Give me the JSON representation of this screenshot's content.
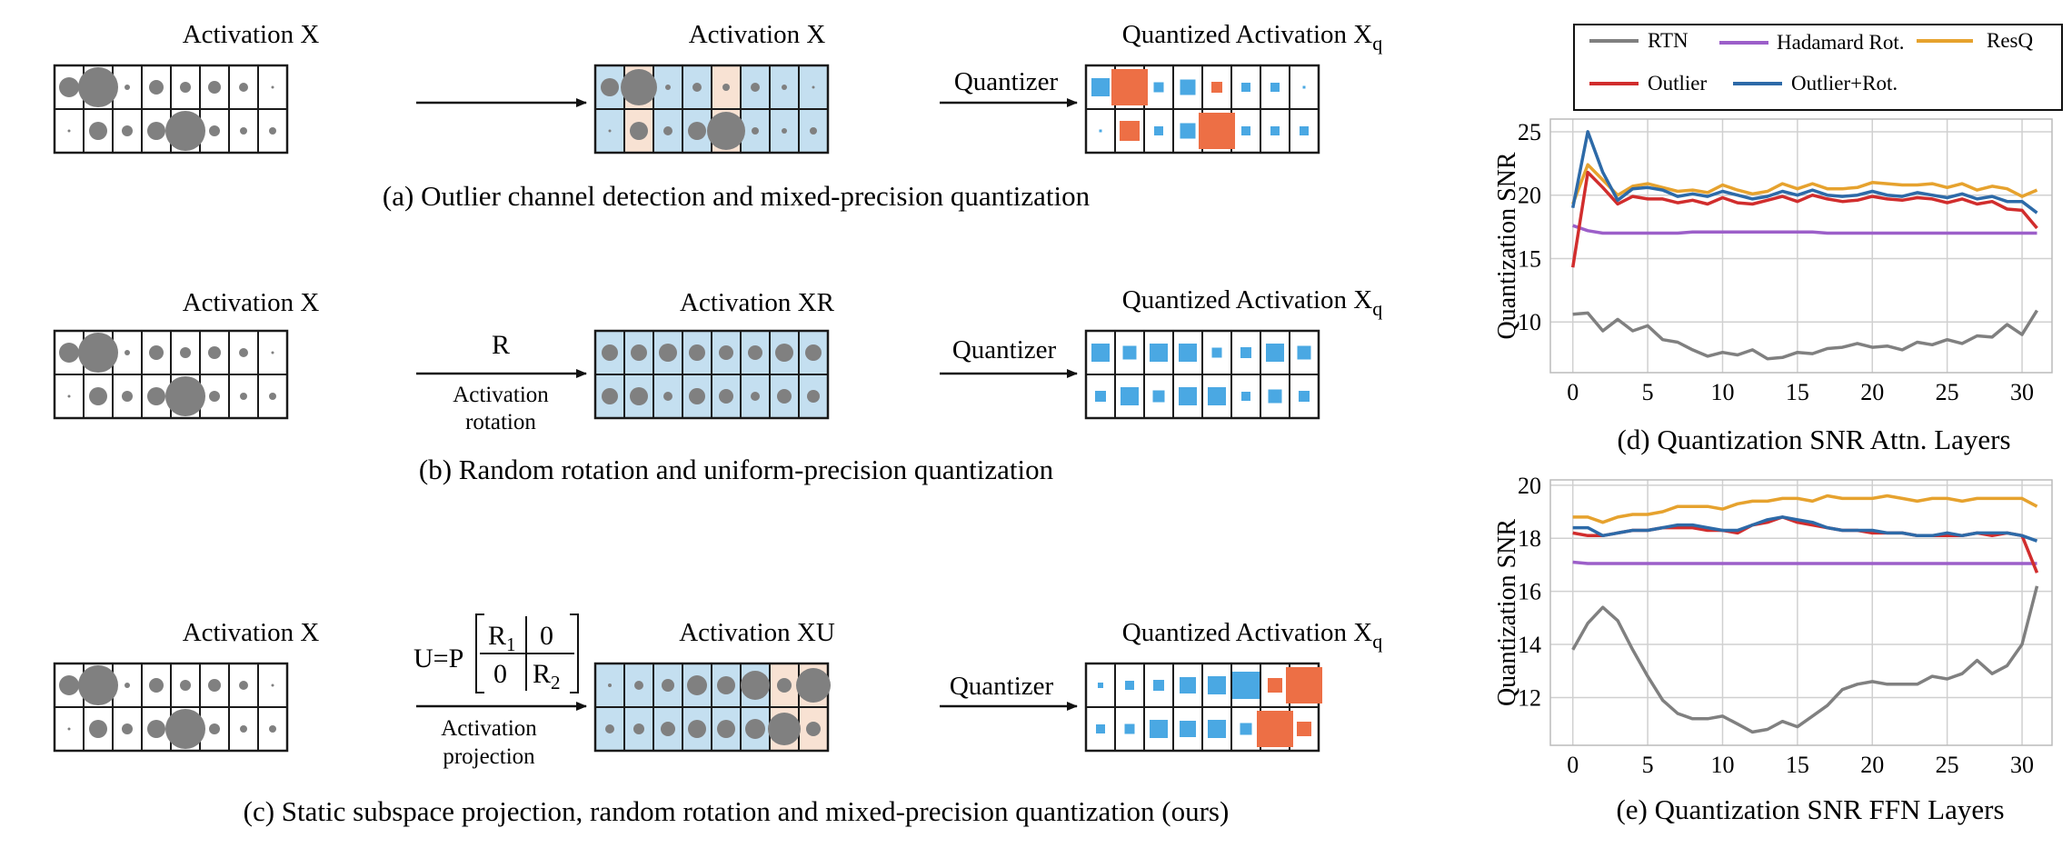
{
  "colors": {
    "grid_line": "#1a1a1a",
    "dot_fill": "#808080",
    "cell_blue": "#c4dff0",
    "cell_peach": "#f8e2d3",
    "square_blue": "#4aa8e3",
    "square_orange": "#ed6f45",
    "rtn": "#808080",
    "hadamard": "#9c5fc9",
    "resq": "#e6a22e",
    "outlier": "#d12d2d",
    "outlier_rot": "#2d6aa8"
  },
  "panel_a": {
    "left_title": "Activation X",
    "mid_title": "Activation X",
    "arrow_label": "Quantizer",
    "right_title": "Quantized Activation X",
    "right_sub": "q",
    "caption": "(a) Outlier channel detection and mixed-precision quantization"
  },
  "panel_b": {
    "left_title": "Activation X",
    "arrow_top": "R",
    "arrow_bottom_1": "Activation",
    "arrow_bottom_2": "rotation",
    "mid_title": "Activation XR",
    "arrow_label": "Quantizer",
    "right_title": "Quantized Activation X",
    "right_sub": "q",
    "caption": "(b) Random rotation and uniform-precision quantization"
  },
  "panel_c": {
    "left_title": "Activation X",
    "formula_prefix": "U=P",
    "r1": "R",
    "r1_sub": "1",
    "r2": "R",
    "r2_sub": "2",
    "zero": "0",
    "arrow_bottom_1": "Activation",
    "arrow_bottom_2": "projection",
    "mid_title": "Activation XU",
    "arrow_label": "Quantizer",
    "right_title": "Quantized Activation X",
    "right_sub": "q",
    "caption": "(c) Static subspace projection, random rotation and mixed-precision quantization (ours)"
  },
  "legend": {
    "items": [
      "RTN",
      "Hadamard Rot.",
      "ResQ",
      "Outlier",
      "Outlier+Rot."
    ]
  },
  "matrices": {
    "x_dots": [
      [
        11,
        22,
        3,
        8,
        6,
        7,
        5,
        1.5
      ],
      [
        1.5,
        10,
        6,
        10,
        22,
        6,
        4,
        4
      ]
    ],
    "a_mid_dots": [
      [
        10,
        20,
        3,
        5,
        4,
        5,
        3,
        1.5
      ],
      [
        1.5,
        10,
        5,
        10,
        21,
        4,
        3,
        4
      ]
    ],
    "a_mid_peach_cols": [
      1,
      4
    ],
    "a_q_squares": [
      [
        20,
        0,
        11,
        17,
        10,
        10,
        10,
        3
      ],
      [
        3,
        0,
        10,
        17,
        0,
        10,
        10,
        10
      ]
    ],
    "a_q_orange": [
      [
        1,
        40
      ],
      [
        4,
        12
      ],
      [
        9,
        22
      ],
      [
        12,
        40
      ]
    ],
    "b_mid_dots": [
      [
        9,
        9,
        10,
        9,
        8,
        8,
        10,
        9
      ],
      [
        9,
        10,
        5,
        9,
        8,
        5,
        8,
        7
      ]
    ],
    "b_q_squares": [
      [
        20,
        15,
        20,
        20,
        11,
        12,
        20,
        15
      ],
      [
        12,
        20,
        13,
        20,
        20,
        10,
        15,
        12
      ]
    ],
    "c_mid_dots": [
      [
        2,
        5,
        7,
        11,
        10,
        16,
        8,
        19
      ],
      [
        5,
        6,
        8,
        10,
        10,
        11,
        18,
        8
      ]
    ],
    "c_mid_peach_cols": [
      6,
      7
    ],
    "c_q_squares": [
      [
        6,
        10,
        12,
        18,
        20,
        30,
        0,
        0
      ],
      [
        10,
        11,
        20,
        18,
        20,
        13,
        0,
        0
      ]
    ],
    "c_q_orange": [
      [
        6,
        0,
        16
      ],
      [
        7,
        0,
        40
      ],
      [
        6,
        1,
        40
      ],
      [
        7,
        1,
        16
      ]
    ]
  },
  "chart_data": [
    {
      "type": "line",
      "title": "(d) Quantization SNR Attn. Layers",
      "xlabel": "",
      "ylabel": "Quantization SNR",
      "xlim": [
        -1.5,
        32
      ],
      "ylim": [
        6,
        26
      ],
      "xticks": [
        0,
        5,
        10,
        15,
        20,
        25,
        30
      ],
      "yticks": [
        10,
        15,
        20,
        25
      ],
      "grid": true,
      "legend": "top",
      "x": [
        0,
        1,
        2,
        3,
        4,
        5,
        6,
        7,
        8,
        9,
        10,
        11,
        12,
        13,
        14,
        15,
        16,
        17,
        18,
        19,
        20,
        21,
        22,
        23,
        24,
        25,
        26,
        27,
        28,
        29,
        30,
        31
      ],
      "series": [
        {
          "name": "RTN",
          "color": "#808080",
          "values": [
            10.6,
            10.7,
            9.3,
            10.2,
            9.3,
            9.7,
            8.6,
            8.4,
            7.8,
            7.3,
            7.6,
            7.4,
            7.8,
            7.1,
            7.2,
            7.6,
            7.5,
            7.9,
            8.0,
            8.3,
            8.0,
            8.1,
            7.8,
            8.4,
            8.2,
            8.6,
            8.3,
            8.9,
            8.8,
            9.8,
            9.0,
            10.9
          ]
        },
        {
          "name": "Hadamard Rot.",
          "color": "#9c5fc9",
          "values": [
            17.6,
            17.2,
            17.0,
            17.0,
            17.0,
            17.0,
            17.0,
            17.0,
            17.1,
            17.1,
            17.1,
            17.1,
            17.1,
            17.1,
            17.1,
            17.1,
            17.1,
            17.0,
            17.0,
            17.0,
            17.0,
            17.0,
            17.0,
            17.0,
            17.0,
            17.0,
            17.0,
            17.0,
            17.0,
            17.0,
            17.0,
            17.0
          ]
        },
        {
          "name": "ResQ",
          "color": "#e6a22e",
          "values": [
            19.3,
            22.4,
            21.2,
            20.0,
            20.7,
            20.9,
            20.6,
            20.3,
            20.4,
            20.2,
            20.8,
            20.4,
            20.1,
            20.3,
            20.9,
            20.5,
            20.9,
            20.5,
            20.5,
            20.6,
            21.0,
            20.9,
            20.8,
            20.8,
            20.9,
            20.6,
            20.9,
            20.4,
            20.7,
            20.5,
            19.9,
            20.4
          ]
        },
        {
          "name": "Outlier",
          "color": "#d12d2d",
          "values": [
            14.3,
            21.8,
            20.6,
            19.3,
            19.9,
            19.7,
            19.7,
            19.4,
            19.6,
            19.3,
            19.8,
            19.4,
            19.3,
            19.6,
            19.9,
            19.5,
            20.0,
            19.7,
            19.5,
            19.6,
            19.9,
            19.7,
            19.6,
            19.8,
            19.7,
            19.4,
            19.7,
            19.3,
            19.5,
            18.9,
            18.8,
            17.4
          ]
        },
        {
          "name": "Outlier+Rot.",
          "color": "#2d6aa8",
          "values": [
            19.0,
            25.0,
            21.8,
            19.6,
            20.5,
            20.6,
            20.4,
            19.9,
            20.1,
            19.9,
            20.3,
            20.0,
            19.7,
            19.9,
            20.3,
            20.0,
            20.4,
            20.0,
            19.9,
            20.0,
            20.3,
            20.0,
            19.9,
            20.2,
            20.0,
            19.8,
            20.1,
            19.7,
            19.9,
            19.5,
            19.5,
            18.6
          ]
        }
      ]
    },
    {
      "type": "line",
      "title": "(e) Quantization SNR FFN Layers",
      "xlabel": "",
      "ylabel": "Quantization SNR",
      "xlim": [
        -1.5,
        32
      ],
      "ylim": [
        10.2,
        20.2
      ],
      "xticks": [
        0,
        5,
        10,
        15,
        20,
        25,
        30
      ],
      "yticks": [
        12,
        14,
        16,
        18,
        20
      ],
      "grid": true,
      "x": [
        0,
        1,
        2,
        3,
        4,
        5,
        6,
        7,
        8,
        9,
        10,
        11,
        12,
        13,
        14,
        15,
        16,
        17,
        18,
        19,
        20,
        21,
        22,
        23,
        24,
        25,
        26,
        27,
        28,
        29,
        30,
        31
      ],
      "series": [
        {
          "name": "RTN",
          "color": "#808080",
          "values": [
            13.8,
            14.8,
            15.4,
            14.9,
            13.8,
            12.8,
            11.9,
            11.4,
            11.2,
            11.2,
            11.3,
            11.0,
            10.7,
            10.8,
            11.1,
            10.9,
            11.3,
            11.7,
            12.3,
            12.5,
            12.6,
            12.5,
            12.5,
            12.5,
            12.8,
            12.7,
            12.9,
            13.4,
            12.9,
            13.2,
            14.0,
            16.2
          ]
        },
        {
          "name": "Hadamard Rot.",
          "color": "#9c5fc9",
          "values": [
            17.1,
            17.05,
            17.05,
            17.05,
            17.05,
            17.05,
            17.05,
            17.05,
            17.05,
            17.05,
            17.05,
            17.05,
            17.05,
            17.05,
            17.05,
            17.05,
            17.05,
            17.05,
            17.05,
            17.05,
            17.05,
            17.05,
            17.05,
            17.05,
            17.05,
            17.05,
            17.05,
            17.05,
            17.05,
            17.05,
            17.05,
            17.05
          ]
        },
        {
          "name": "ResQ",
          "color": "#e6a22e",
          "values": [
            18.8,
            18.8,
            18.6,
            18.8,
            18.9,
            18.9,
            19.0,
            19.2,
            19.2,
            19.2,
            19.1,
            19.3,
            19.4,
            19.4,
            19.5,
            19.5,
            19.4,
            19.6,
            19.5,
            19.5,
            19.5,
            19.6,
            19.5,
            19.4,
            19.5,
            19.5,
            19.4,
            19.5,
            19.5,
            19.5,
            19.5,
            19.2
          ]
        },
        {
          "name": "Outlier",
          "color": "#d12d2d",
          "values": [
            18.2,
            18.1,
            18.1,
            18.2,
            18.3,
            18.3,
            18.4,
            18.4,
            18.4,
            18.3,
            18.3,
            18.2,
            18.5,
            18.6,
            18.8,
            18.6,
            18.5,
            18.4,
            18.3,
            18.3,
            18.2,
            18.2,
            18.2,
            18.1,
            18.1,
            18.1,
            18.1,
            18.2,
            18.1,
            18.2,
            18.1,
            16.7
          ]
        },
        {
          "name": "Outlier+Rot.",
          "color": "#2d6aa8",
          "values": [
            18.4,
            18.4,
            18.1,
            18.2,
            18.3,
            18.3,
            18.4,
            18.5,
            18.5,
            18.4,
            18.3,
            18.3,
            18.5,
            18.7,
            18.8,
            18.7,
            18.6,
            18.4,
            18.3,
            18.3,
            18.3,
            18.2,
            18.2,
            18.1,
            18.1,
            18.2,
            18.1,
            18.2,
            18.2,
            18.2,
            18.1,
            17.9
          ]
        }
      ]
    }
  ]
}
